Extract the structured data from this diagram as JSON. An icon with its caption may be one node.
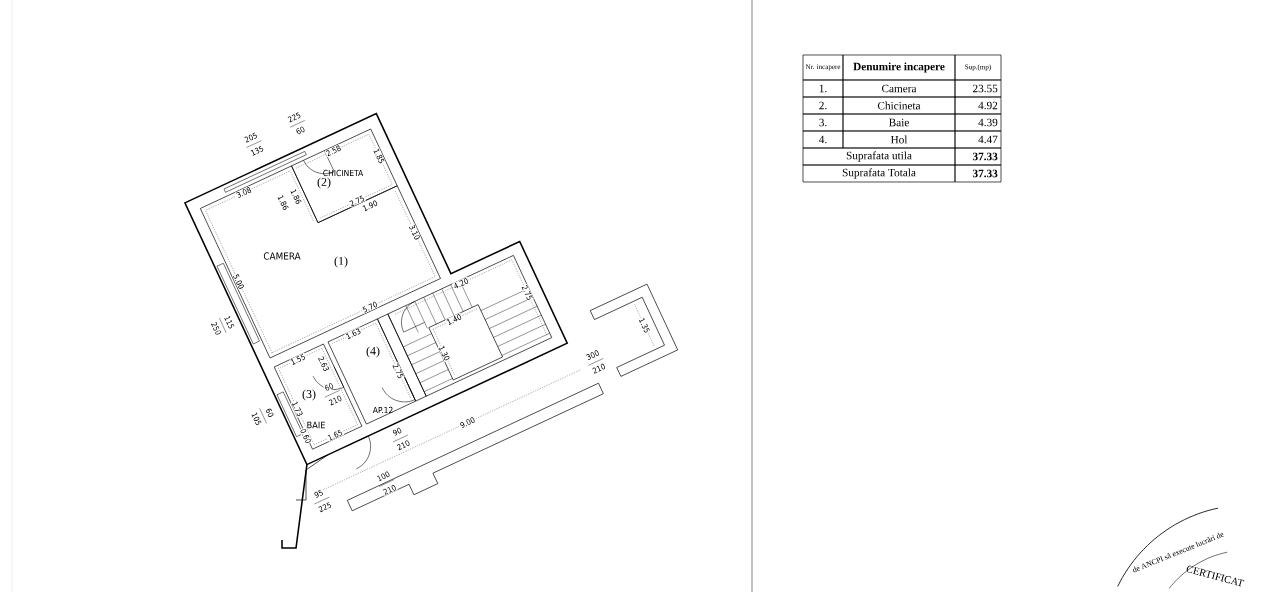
{
  "diagram": {
    "nodes": [
      {
        "text": [
          "CAMERA",
          "(1)"
        ]
      },
      {
        "text": [
          "CHICINETA",
          "(2)"
        ]
      },
      {
        "text": [
          "(3)",
          "BAIE"
        ]
      },
      {
        "text": [
          "(4)",
          "AP.12"
        ]
      }
    ],
    "labels": [
      "205",
      "135",
      "225",
      "60",
      "3.08",
      "2.58",
      "1.85",
      "1.86",
      "1.86",
      "2.75",
      "1.90",
      "3.10",
      "5.00",
      "250",
      "115",
      "5.70",
      "1.63",
      "1.55",
      "2.63",
      "2.75",
      "1.73",
      "105",
      "60",
      "60",
      "210",
      "0.60",
      "1.65",
      "90",
      "210",
      "4.20",
      "2.75",
      "1.40",
      "1.30",
      "95",
      "225",
      "100",
      "210",
      "9.00",
      "300",
      "210",
      "1.35",
      "Nr. incapere",
      "Denumire incapere",
      "Sup.(mp)",
      "1.",
      "Camera",
      "23.55",
      "2.",
      "Chicineta",
      "4.92",
      "3.",
      "Baie",
      "4.39",
      "4.",
      "Hol",
      "4.47",
      "Suprafata utila",
      "37.33",
      "Suprafata Totala",
      "37.33",
      "de ANCPI să execute lucrări de",
      "CERTIFICAT"
    ]
  }
}
